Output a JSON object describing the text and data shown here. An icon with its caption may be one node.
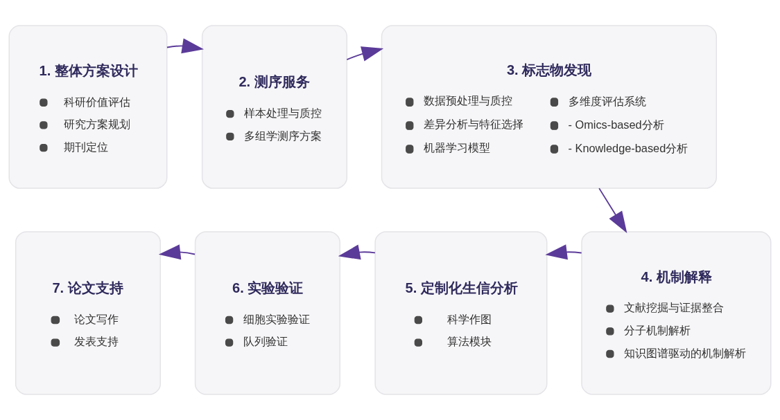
{
  "diagram": {
    "nodes": [
      {
        "text": [
          "1. 整体方案设计",
          "科研价值评估",
          "研究方案规划",
          "期刊定位"
        ]
      },
      {
        "text": [
          "2. 测序服务",
          "样本处理与质控",
          "多组学测序方案"
        ]
      },
      {
        "text": [
          "3. 标志物发现",
          "数据预处理与质控",
          "差异分析与特征选择",
          "机器学习模型",
          "多维度评估系统",
          "- Omics-based分析",
          "- Knowledge-based分析"
        ]
      },
      {
        "text": [
          "4. 机制解释",
          "文献挖掘与证据整合",
          "分子机制解析",
          "知识图谱驱动的机制解析"
        ]
      },
      {
        "text": [
          "5. 定制化生信分析",
          "科学作图",
          "算法模块"
        ]
      },
      {
        "text": [
          "6. 实验验证",
          "细胞实验验证",
          "队列验证"
        ]
      },
      {
        "text": [
          "7. 论文支持",
          "论文写作",
          "发表支持"
        ]
      }
    ],
    "edges": [
      {
        "from": 0,
        "to": 1,
        "arrow": "to"
      },
      {
        "from": 1,
        "to": 2,
        "arrow": "to"
      },
      {
        "from": 2,
        "to": 3,
        "arrow": "to"
      },
      {
        "from": 3,
        "to": 4,
        "arrow": "to"
      },
      {
        "from": 4,
        "to": 5,
        "arrow": "to"
      },
      {
        "from": 5,
        "to": 6,
        "arrow": "to"
      }
    ]
  }
}
